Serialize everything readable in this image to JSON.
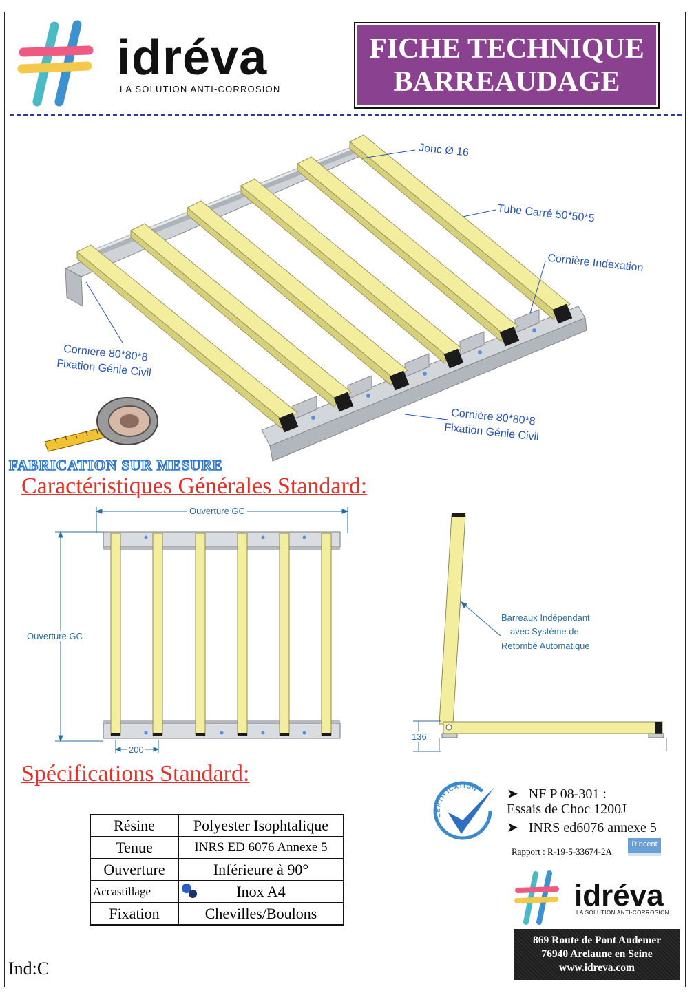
{
  "header": {
    "brand_name": "idréva",
    "tagline": "LA SOLUTION ANTI-CORROSION",
    "title_line1": "FICHE TECHNIQUE",
    "title_line2": "BARREAUDAGE"
  },
  "iso_view": {
    "label_jonc": "Jonc Ø 16",
    "label_tube": "Tube Carré 50*50*5",
    "label_indexation": "Cornière Indexation",
    "label_corniere_left_1": "Corniere 80*80*8",
    "label_corniere_left_2": "Fixation Génie Civil",
    "label_corniere_right_1": "Cornière 80*80*8",
    "label_corniere_right_2": "Fixation Génie Civil"
  },
  "fabrication_label": "FABRICATION SUR MESURE",
  "section_general": "Caractéristiques Générales Standard:",
  "plan_view": {
    "width_label": "Ouverture GC",
    "height_label": "Ouverture GC",
    "spacing_label": "200"
  },
  "side_view": {
    "label_1": "Barreaux Indépendant",
    "label_2": "avec Système de",
    "label_3": "Retombé Automatique",
    "height_label": "136"
  },
  "section_spec": "Spécifications Standard:",
  "spec_table": [
    {
      "key": "Résine",
      "value": "Polyester Isophtalique"
    },
    {
      "key": "Tenue",
      "value": "INRS ED 6076 Annexe 5"
    },
    {
      "key": "Ouverture",
      "value": "Inférieure à  90°"
    },
    {
      "key": "Accastillage",
      "value": "Inox A4"
    },
    {
      "key": "Fixation",
      "value": "Chevilles/Boulons"
    }
  ],
  "certification": {
    "seal_text": "CERTIFICATION",
    "norm_1": "NF P 08-301 :",
    "norm_1_detail": "Essais de Choc 1200J",
    "norm_2": "INRS ed6076 annexe 5",
    "report": "Rapport : R-19-5-33674-2A",
    "lab_logo": "Rincent"
  },
  "footer": {
    "brand_name": "idréva",
    "tagline": "LA SOLUTION ANTI-CORROSION",
    "address_1": "869 Route de Pont Audemer",
    "address_2": "76940 Arelaune en Seine",
    "website": "www.idreva.com",
    "index": "Ind:C"
  },
  "colors": {
    "title_bg": "#8a4290",
    "bar_yellow": "#f2ee9e",
    "section_red": "#e1332b",
    "label_blue": "#2a56b0",
    "dash_blue": "#2a3b9a"
  }
}
